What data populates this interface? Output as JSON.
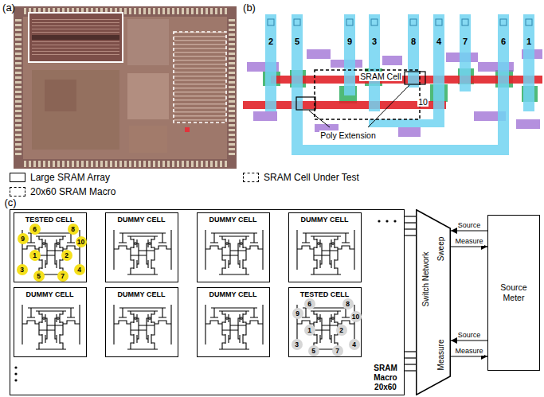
{
  "diagram": {
    "nodes": [
      {
        "text": [
          "SRAM Macro 20x60"
        ]
      },
      {
        "text": [
          "TESTED CELL"
        ],
        "in": 0
      },
      {
        "text": [
          "6"
        ],
        "in": 1
      },
      {
        "text": [
          "8"
        ],
        "in": 1
      },
      {
        "text": [
          "9"
        ],
        "in": 1
      },
      {
        "text": [
          "10"
        ],
        "in": 1
      },
      {
        "text": [
          "1"
        ],
        "in": 1
      },
      {
        "text": [
          "2"
        ],
        "in": 1
      },
      {
        "text": [
          "3"
        ],
        "in": 1
      },
      {
        "text": [
          "4"
        ],
        "in": 1
      },
      {
        "text": [
          "5"
        ],
        "in": 1
      },
      {
        "text": [
          "7"
        ],
        "in": 1
      },
      {
        "text": [
          "DUMMY CELL"
        ],
        "in": 0
      },
      {
        "text": [
          "DUMMY CELL"
        ],
        "in": 0
      },
      {
        "text": [
          "DUMMY CELL"
        ],
        "in": 0
      },
      {
        "text": [
          "DUMMY CELL"
        ],
        "in": 0
      },
      {
        "text": [
          "DUMMY CELL"
        ],
        "in": 0
      },
      {
        "text": [
          "DUMMY CELL"
        ],
        "in": 0
      },
      {
        "text": [
          "TESTED CELL"
        ],
        "in": 0
      },
      {
        "text": [
          "6"
        ],
        "in": 18
      },
      {
        "text": [
          "8"
        ],
        "in": 18
      },
      {
        "text": [
          "9"
        ],
        "in": 18
      },
      {
        "text": [
          "10"
        ],
        "in": 18
      },
      {
        "text": [
          "1"
        ],
        "in": 18
      },
      {
        "text": [
          "2"
        ],
        "in": 18
      },
      {
        "text": [
          "3"
        ],
        "in": 18
      },
      {
        "text": [
          "4"
        ],
        "in": 18
      },
      {
        "text": [
          "5"
        ],
        "in": 18
      },
      {
        "text": [
          "7"
        ],
        "in": 18
      },
      {
        "text": [
          "Switch Network",
          "Sweep",
          "Measure"
        ]
      },
      {
        "text": [
          "Source Meter"
        ]
      }
    ],
    "edges": [
      {
        "from": 0,
        "to": 29,
        "arrow": "none"
      },
      {
        "from": 0,
        "to": 29,
        "arrow": "none"
      },
      {
        "from": 0,
        "to": 29,
        "arrow": "none"
      },
      {
        "from": 0,
        "to": 29,
        "arrow": "none"
      },
      {
        "from": 0,
        "to": 29,
        "arrow": "none"
      },
      {
        "from": 0,
        "to": 29,
        "arrow": "none"
      },
      {
        "from": 0,
        "to": 29,
        "arrow": "none"
      },
      {
        "from": 0,
        "to": 29,
        "arrow": "none"
      },
      {
        "from": 30,
        "to": 29,
        "label": "Source",
        "arrow": "to"
      },
      {
        "from": 29,
        "to": 30,
        "label": "Measure",
        "arrow": "to"
      },
      {
        "from": 30,
        "to": 29,
        "label": "Source",
        "arrow": "to"
      },
      {
        "from": 29,
        "to": 30,
        "label": "Measure",
        "arrow": "to"
      }
    ],
    "labels": [
      "(a)",
      "(b)",
      "2",
      "5",
      "9",
      "3",
      "8",
      "4",
      "7",
      "6",
      "1",
      "SRAM Cell",
      "10",
      "Poly Extension",
      "(c)"
    ],
    "legend": [
      {
        "text": "Large SRAM Array"
      },
      {
        "text": "20x60 SRAM Macro"
      },
      {
        "text": "SRAM Cell Under Test"
      }
    ]
  }
}
